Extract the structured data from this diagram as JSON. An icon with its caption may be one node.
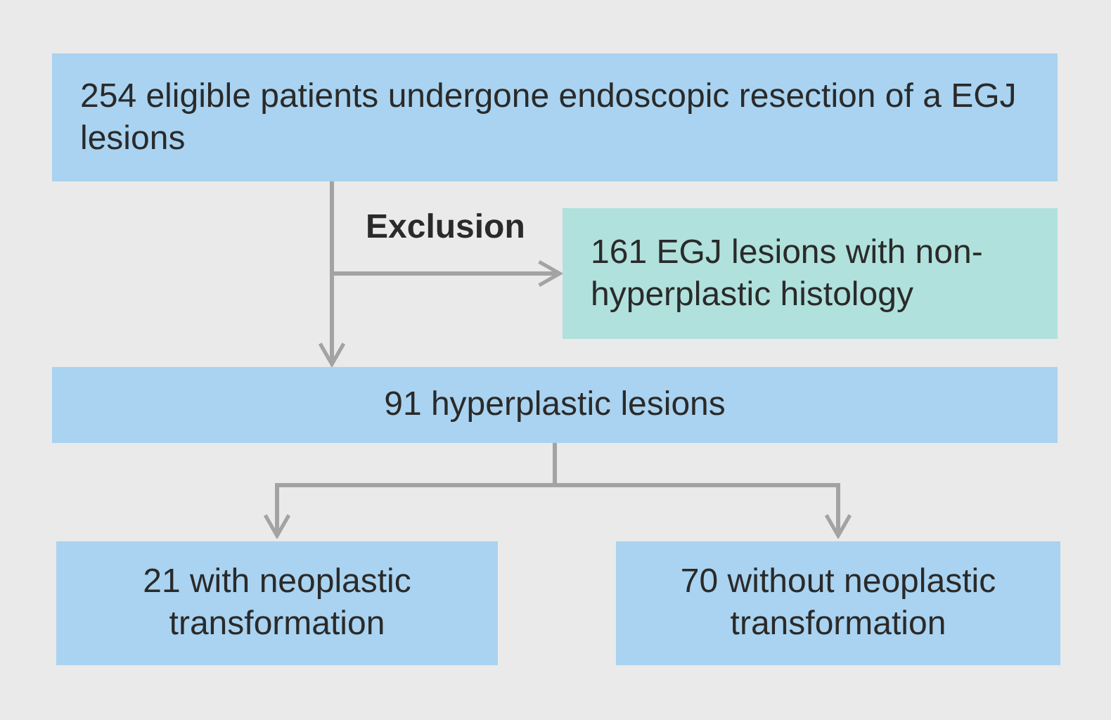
{
  "diagram": {
    "nodes": [
      {
        "text": [
          "254 eligible patients undergone endoscopic resection of a EGJ lesions"
        ]
      },
      {
        "text": [
          "161 EGJ lesions with non-hyperplastic histology"
        ]
      },
      {
        "text": [
          "91 hyperplastic lesions"
        ]
      },
      {
        "text": [
          "21 with neoplastic transformation"
        ]
      },
      {
        "text": [
          "70 without neoplastic transformation"
        ]
      }
    ],
    "edges": [
      {
        "from": 0,
        "to": 1,
        "arrow": "to",
        "label": "Exclusion"
      },
      {
        "from": 0,
        "to": 2,
        "arrow": "to"
      },
      {
        "from": 2,
        "to": 3,
        "arrow": "to"
      },
      {
        "from": 2,
        "to": 4,
        "arrow": "to"
      }
    ]
  }
}
